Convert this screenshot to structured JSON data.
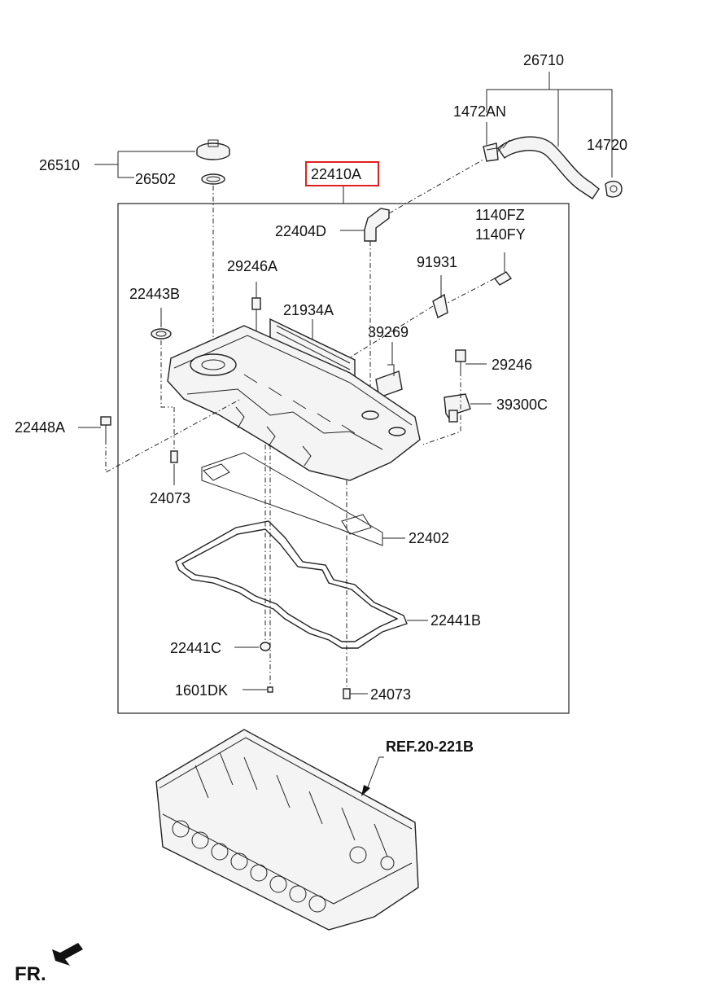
{
  "labels": {
    "p26710": "26710",
    "p1472AN": "1472AN",
    "p14720": "14720",
    "p26510": "26510",
    "p26502": "26502",
    "p22410A": "22410A",
    "p22404D": "22404D",
    "p1140FZ": "1140FZ",
    "p1140FY": "1140FY",
    "p91931": "91931",
    "p29246A": "29246A",
    "p22443B": "22443B",
    "p21934A": "21934A",
    "p39269": "39269",
    "p29246": "29246",
    "p39300C": "39300C",
    "p22448A": "22448A",
    "p24073a": "24073",
    "p22402": "22402",
    "p22441B": "22441B",
    "p22441C": "22441C",
    "p1601DK": "1601DK",
    "p24073b": "24073",
    "ref": "REF.20-221B",
    "fr": "FR."
  },
  "colors": {
    "highlight_box": "#e02020",
    "line": "#222222"
  },
  "icons": {
    "front_arrow": "arrow-down-left-icon"
  }
}
